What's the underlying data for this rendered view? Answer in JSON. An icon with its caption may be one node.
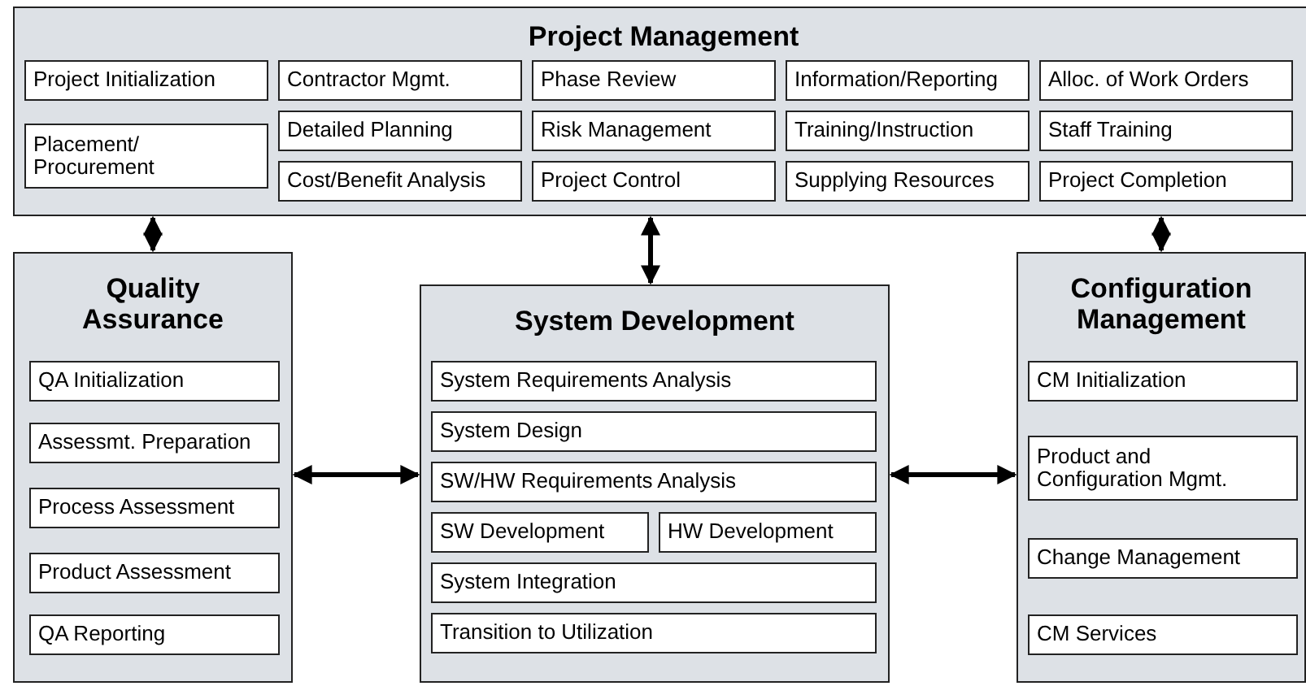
{
  "diagram": {
    "nodes": [
      {
        "text": [
          "Project Management"
        ]
      },
      {
        "text": [
          "Project Initialization"
        ],
        "in": 0
      },
      {
        "text": [
          "Contractor Mgmt."
        ],
        "in": 0
      },
      {
        "text": [
          "Phase Review"
        ],
        "in": 0
      },
      {
        "text": [
          "Information/Reporting"
        ],
        "in": 0
      },
      {
        "text": [
          "Alloc. of Work Orders"
        ],
        "in": 0
      },
      {
        "text": [
          "Placement/ Procurement"
        ],
        "in": 0
      },
      {
        "text": [
          "Detailed Planning"
        ],
        "in": 0
      },
      {
        "text": [
          "Risk Management"
        ],
        "in": 0
      },
      {
        "text": [
          "Training/Instruction"
        ],
        "in": 0
      },
      {
        "text": [
          "Staff Training"
        ],
        "in": 0
      },
      {
        "text": [
          "Cost/Benefit Analysis"
        ],
        "in": 0
      },
      {
        "text": [
          "Project Control"
        ],
        "in": 0
      },
      {
        "text": [
          "Supplying Resources"
        ],
        "in": 0
      },
      {
        "text": [
          "Project Completion"
        ],
        "in": 0
      },
      {
        "text": [
          "Quality Assurance"
        ]
      },
      {
        "text": [
          "QA Initialization"
        ],
        "in": 15
      },
      {
        "text": [
          "Assessmt. Preparation"
        ],
        "in": 15
      },
      {
        "text": [
          "Process Assessment"
        ],
        "in": 15
      },
      {
        "text": [
          "Product Assessment"
        ],
        "in": 15
      },
      {
        "text": [
          "QA Reporting"
        ],
        "in": 15
      },
      {
        "text": [
          "System Development"
        ]
      },
      {
        "text": [
          "System Requirements Analysis"
        ],
        "in": 21
      },
      {
        "text": [
          "System Design"
        ],
        "in": 21
      },
      {
        "text": [
          "SW/HW Requirements Analysis"
        ],
        "in": 21
      },
      {
        "text": [
          "SW Development"
        ],
        "in": 21
      },
      {
        "text": [
          "HW Development"
        ],
        "in": 21
      },
      {
        "text": [
          "System Integration"
        ],
        "in": 21
      },
      {
        "text": [
          "Transition to Utilization"
        ],
        "in": 21
      },
      {
        "text": [
          "Configuration Management"
        ]
      },
      {
        "text": [
          "CM Initialization"
        ],
        "in": 29
      },
      {
        "text": [
          "Product and Configuration Mgmt."
        ],
        "in": 29
      },
      {
        "text": [
          "Change Management"
        ],
        "in": 29
      },
      {
        "text": [
          "CM Services"
        ],
        "in": 29
      }
    ],
    "edges": [
      {
        "from": 0,
        "to": 15,
        "arrow": "both"
      },
      {
        "from": 0,
        "to": 21,
        "arrow": "both"
      },
      {
        "from": 0,
        "to": 29,
        "arrow": "both"
      },
      {
        "from": 15,
        "to": 21,
        "arrow": "both"
      },
      {
        "from": 21,
        "to": 29,
        "arrow": "both"
      }
    ]
  }
}
